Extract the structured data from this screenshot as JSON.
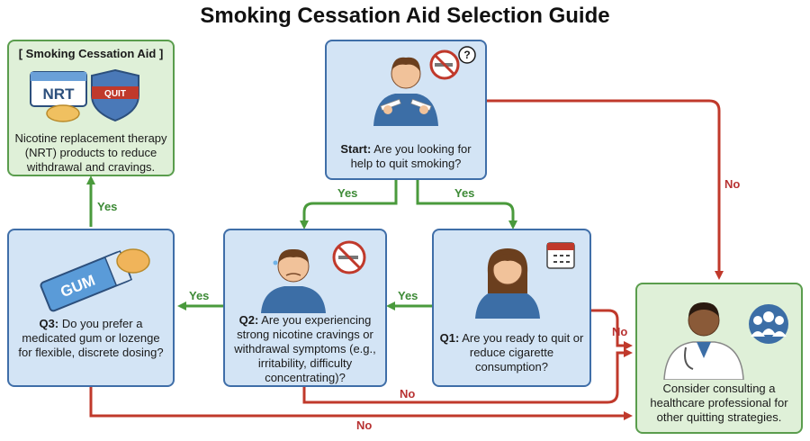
{
  "title": "Smoking Cessation Aid Selection Guide",
  "colors": {
    "yes": "#4a9a3c",
    "no": "#c0392b",
    "box_blue": "#d3e4f5",
    "box_green": "#dff0d8"
  },
  "nodes": {
    "start": {
      "prefix": "Start:",
      "text": "Are you looking for help to quit smoking?",
      "icons": [
        "person-holding-broken-cigarette-icon",
        "no-smoking-question-icon"
      ]
    },
    "q1": {
      "prefix": "Q1:",
      "text": "Are you ready to quit or reduce cigarette consumption?",
      "icons": [
        "woman-icon",
        "calendar-icon"
      ]
    },
    "q2": {
      "prefix": "Q2:",
      "text": "Are you experiencing strong nicotine cravings or withdrawal symptoms (e.g., irritability, difficulty concentrating)?",
      "icons": [
        "stressed-man-icon",
        "no-smoking-icon"
      ]
    },
    "q3": {
      "prefix": "Q3:",
      "text": "Do you prefer a medicated gum or lozenge for flexible, discrete dosing?",
      "icons": [
        "gum-pack-icon",
        "lozenge-icon"
      ],
      "gum_label": "GUM"
    },
    "nrt": {
      "header": "[ Smoking Cessation Aid ]",
      "text": "Nicotine replacement therapy (NRT) products to reduce withdrawal and cravings.",
      "nrt_label": "NRT",
      "quit_label": "QUIT"
    },
    "consult": {
      "text": "Consider consulting a healthcare professional for other quitting strategies.",
      "icons": [
        "doctor-icon",
        "support-group-icon"
      ]
    }
  },
  "edges": {
    "start_yes_left": "Yes",
    "start_yes_right": "Yes",
    "start_no": "No",
    "q1_yes": "Yes",
    "q1_no": "No",
    "q2_yes": "Yes",
    "q2_no": "No",
    "q3_yes": "Yes",
    "q3_no": "No"
  }
}
